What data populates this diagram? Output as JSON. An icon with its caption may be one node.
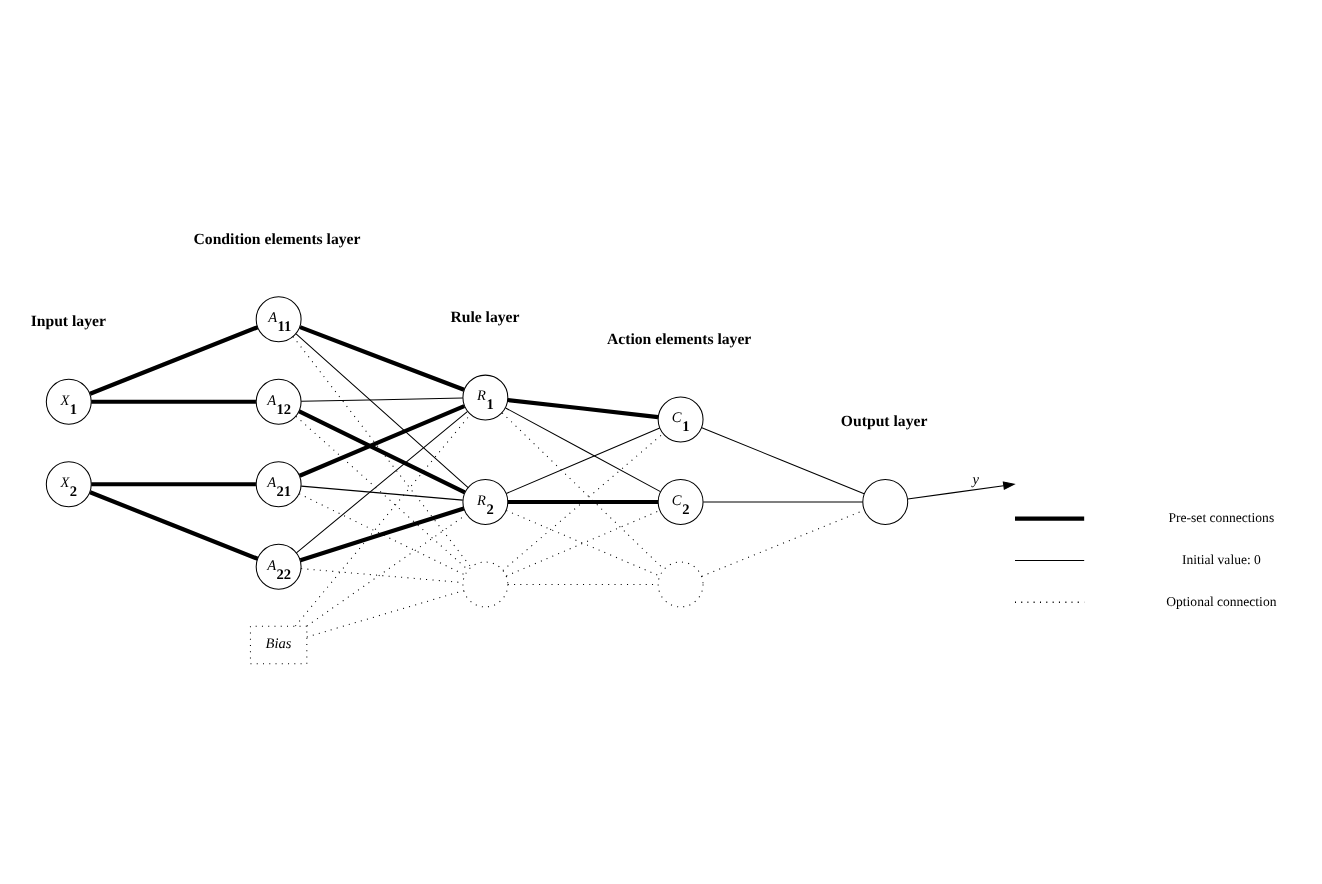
{
  "diagram": {
    "nodes": [
      {
        "text": [
          "X$_{1}$"
        ]
      },
      {
        "text": [
          "X$_{2}$"
        ]
      },
      {
        "text": [
          "A$_{11}$"
        ]
      },
      {
        "text": [
          "A$_{12}$"
        ]
      },
      {
        "text": [
          "A$_{21}$"
        ]
      },
      {
        "text": [
          "A$_{22}$"
        ]
      },
      {
        "text": [
          "R$_{1}$"
        ]
      },
      {
        "text": [
          "R$_{2}$"
        ]
      },
      {
        "text": [],
        "shape": "circle"
      },
      {
        "text": [
          "Bias"
        ]
      },
      {
        "text": [
          "C$_{1}$"
        ]
      },
      {
        "text": [
          "C$_{2}$"
        ]
      },
      {
        "text": [],
        "shape": "circle"
      },
      {
        "text": [],
        "shape": "circle"
      }
    ],
    "edges": [
      {
        "from": 0,
        "to": 2,
        "arrow": "none",
        "style": "thick"
      },
      {
        "from": 0,
        "to": 3,
        "arrow": "none",
        "style": "thick"
      },
      {
        "from": 1,
        "to": 4,
        "arrow": "none",
        "style": "thick"
      },
      {
        "from": 1,
        "to": 5,
        "arrow": "none",
        "style": "thick"
      },
      {
        "from": 2,
        "to": 6,
        "arrow": "none",
        "style": "thick"
      },
      {
        "from": 2,
        "to": 7,
        "arrow": "none"
      },
      {
        "from": 2,
        "to": 8,
        "arrow": "none",
        "style": "dashed"
      },
      {
        "from": 3,
        "to": 6,
        "arrow": "none"
      },
      {
        "from": 3,
        "to": 7,
        "arrow": "none",
        "style": "thick"
      },
      {
        "from": 3,
        "to": 8,
        "arrow": "none",
        "style": "dashed"
      },
      {
        "from": 4,
        "to": 6,
        "arrow": "none",
        "style": "thick"
      },
      {
        "from": 4,
        "to": 7,
        "arrow": "none"
      },
      {
        "from": 4,
        "to": 8,
        "arrow": "none",
        "style": "dashed"
      },
      {
        "from": 5,
        "to": 6,
        "arrow": "none"
      },
      {
        "from": 5,
        "to": 7,
        "arrow": "none",
        "style": "thick"
      },
      {
        "from": 5,
        "to": 8,
        "arrow": "none",
        "style": "dashed"
      },
      {
        "from": 9,
        "to": 6,
        "arrow": "none",
        "style": "dashed"
      },
      {
        "from": 9,
        "to": 7,
        "arrow": "none",
        "style": "dashed"
      },
      {
        "from": 9,
        "to": 8,
        "arrow": "none",
        "style": "dashed"
      },
      {
        "from": 6,
        "to": 10,
        "arrow": "none",
        "style": "thick"
      },
      {
        "from": 6,
        "to": 11,
        "arrow": "none"
      },
      {
        "from": 6,
        "to": 12,
        "arrow": "none",
        "style": "dashed"
      },
      {
        "from": 7,
        "to": 10,
        "arrow": "none"
      },
      {
        "from": 7,
        "to": 11,
        "arrow": "none",
        "style": "thick"
      },
      {
        "from": 7,
        "to": 12,
        "arrow": "none",
        "style": "dashed"
      },
      {
        "from": 8,
        "to": 10,
        "arrow": "none",
        "style": "dashed"
      },
      {
        "from": 8,
        "to": 11,
        "arrow": "none",
        "style": "dashed"
      },
      {
        "from": 8,
        "to": 12,
        "arrow": "none",
        "style": "dashed"
      },
      {
        "from": 10,
        "to": 13,
        "arrow": "none"
      },
      {
        "from": 11,
        "to": 13,
        "arrow": "none"
      },
      {
        "from": 12,
        "to": 13,
        "arrow": "none",
        "style": "dashed"
      },
      {
        "from": 13,
        "to": null,
        "arrow": "to",
        "label": "y"
      }
    ],
    "labels": [
      "Input layer",
      "Condition elements layer",
      "Rule layer",
      "Action elements layer",
      "Output layer"
    ],
    "legend": [
      {
        "text": "Pre-set connections"
      },
      {
        "text": "Initial value: 0"
      },
      {
        "text": "Optional connection"
      }
    ]
  }
}
